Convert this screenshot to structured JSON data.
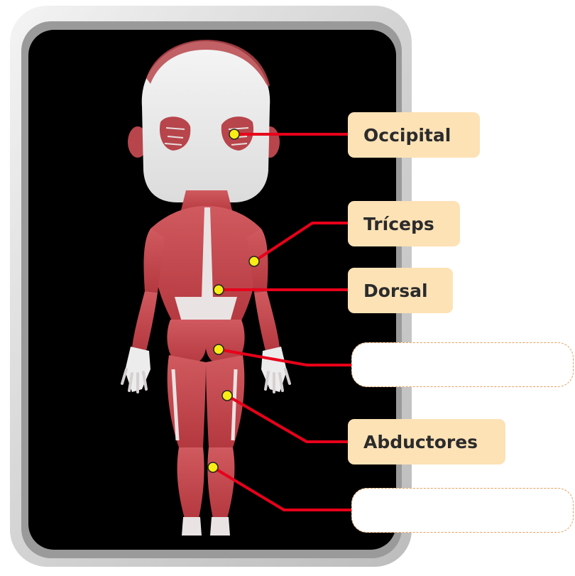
{
  "labels": [
    {
      "id": "occipital",
      "text": "Occipital",
      "filled": true
    },
    {
      "id": "triceps",
      "text": "Tríceps",
      "filled": true
    },
    {
      "id": "dorsal",
      "text": "Dorsal",
      "filled": true
    },
    {
      "id": "blank1",
      "text": "",
      "filled": false
    },
    {
      "id": "abductores",
      "text": "Abductores",
      "filled": true
    },
    {
      "id": "blank2",
      "text": "",
      "filled": false
    }
  ],
  "colors": {
    "frame_light": "#e6e6e6",
    "frame_dark": "#a9a9a9",
    "screen": "#000000",
    "muscle": "#c0494f",
    "tendon": "#e9e3e3",
    "skin_head": "#ececec",
    "leader": "#e8001a",
    "marker_fill": "#f7ec14",
    "label_bg": "#fde2b6",
    "blank_border": "#e3a15f"
  }
}
